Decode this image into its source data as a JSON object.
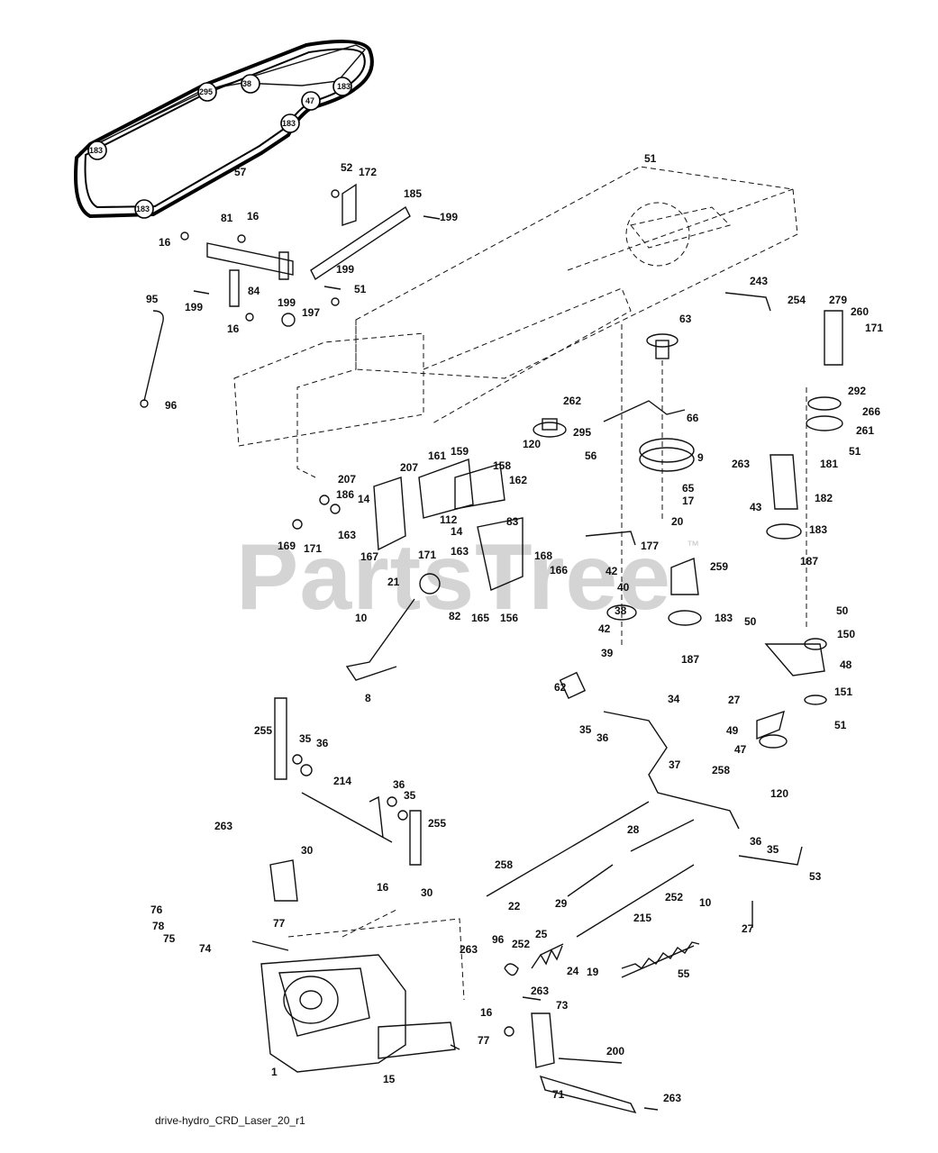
{
  "watermark": {
    "text": "PartsTree",
    "trademark": "™"
  },
  "caption": "drive-hydro_CRD_Laser_20_r1",
  "belt_labels": [
    "183",
    "295",
    "38",
    "47",
    "183",
    "183",
    "183"
  ],
  "callouts": [
    "57",
    "52",
    "172",
    "185",
    "199",
    "81",
    "16",
    "16",
    "199",
    "84",
    "199",
    "51",
    "95",
    "199",
    "197",
    "16",
    "96",
    "51",
    "243",
    "254",
    "279",
    "260",
    "171",
    "63",
    "262",
    "66",
    "292",
    "266",
    "261",
    "295",
    "120",
    "56",
    "9",
    "51",
    "263",
    "181",
    "65",
    "17",
    "20",
    "182",
    "43",
    "183",
    "187",
    "207",
    "161",
    "159",
    "158",
    "162",
    "207",
    "186",
    "14",
    "112",
    "14",
    "163",
    "83",
    "169",
    "171",
    "163",
    "167",
    "171",
    "168",
    "166",
    "21",
    "82",
    "165",
    "156",
    "177",
    "42",
    "40",
    "259",
    "38",
    "183",
    "42",
    "39",
    "187",
    "10",
    "8",
    "50",
    "50",
    "150",
    "48",
    "62",
    "35",
    "36",
    "34",
    "27",
    "151",
    "49",
    "51",
    "47",
    "255",
    "35",
    "36",
    "37",
    "258",
    "214",
    "36",
    "35",
    "120",
    "255",
    "263",
    "30",
    "28",
    "36",
    "35",
    "258",
    "29",
    "252",
    "10",
    "53",
    "22",
    "215",
    "55",
    "27",
    "16",
    "30",
    "76",
    "77",
    "78",
    "75",
    "74",
    "263",
    "96",
    "252",
    "25",
    "24",
    "19",
    "263",
    "73",
    "16",
    "77",
    "1",
    "200",
    "15",
    "71",
    "263"
  ],
  "belt_color": "#000000",
  "line_color": "#111111",
  "watermark_color": "#d4d4d4"
}
